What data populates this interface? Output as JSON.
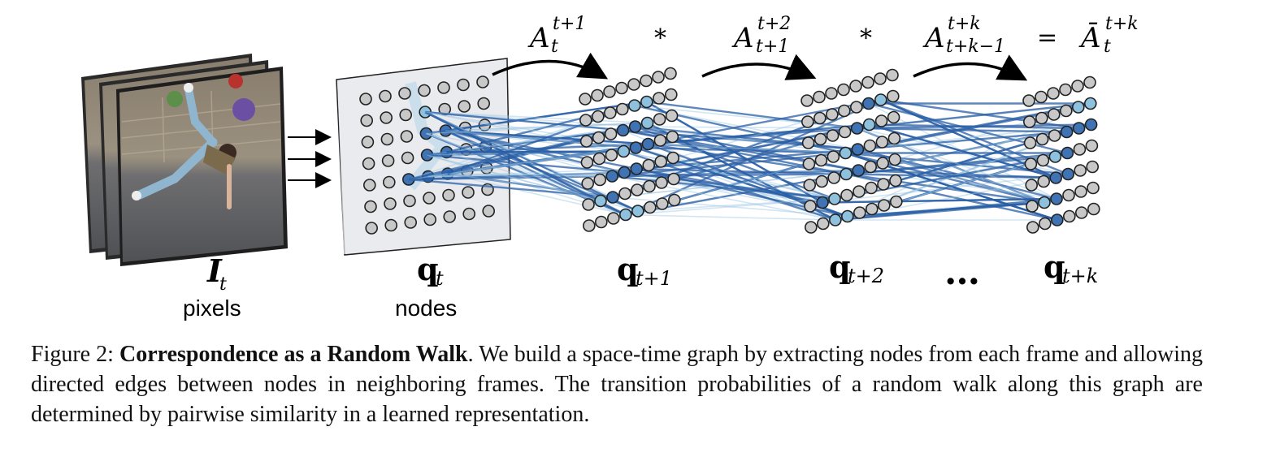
{
  "figure": {
    "labels": {
      "frames_symbol": "I",
      "frames_sub": "t",
      "frames_caption": "pixels",
      "nodes_symbol": "q",
      "nodes_sub": "t",
      "nodes_caption": "nodes",
      "q1_symbol": "q",
      "q1_sub": "t+1",
      "q2_symbol": "q",
      "q2_sub": "t+2",
      "ellipsis": "…",
      "qk_symbol": "q",
      "qk_sub": "t+k"
    },
    "equation": {
      "a1_base": "A",
      "a1_sub": "t",
      "a1_sup": "t+1",
      "star1": "*",
      "a2_base": "A",
      "a2_sub": "t+1",
      "a2_sup": "t+2",
      "star2": "*",
      "a3_base": "A",
      "a3_sub": "t+k−1",
      "a3_sup": "t+k",
      "equals": "=",
      "abar_base": "Ā",
      "abar_sub": "t",
      "abar_sup": "t+k"
    },
    "colors": {
      "node_gray": "#c8c8c8",
      "node_light_blue": "#8ec1de",
      "node_dark_blue": "#3f73b3",
      "edge_blue": "#2a5fa6",
      "edge_light": "#9cc6e3"
    }
  },
  "caption": {
    "figure_label": "Figure 2:",
    "title": "Correspondence as a Random Walk",
    "body": ". We build a space-time graph by extracting nodes from each frame and allowing directed edges between nodes in neighboring frames.  The transition probabilities of a random walk along this graph are determined by pairwise similarity in a learned representation."
  }
}
